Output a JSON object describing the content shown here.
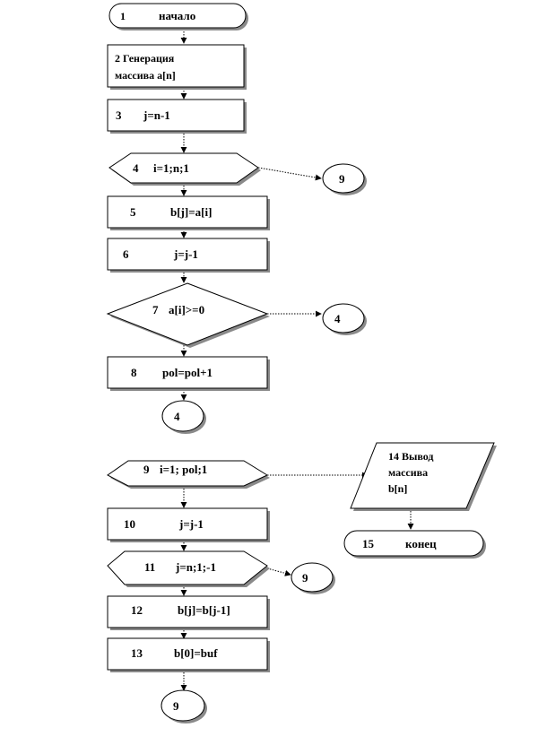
{
  "diagram": {
    "nodes": {
      "n1": {
        "num": "1",
        "text": "начало"
      },
      "n2": {
        "line1": "2 Генерация",
        "line2": "массива a[n]"
      },
      "n3": {
        "num": "3",
        "text": "j=n-1"
      },
      "n4": {
        "num": "4",
        "text": "i=1;n;1"
      },
      "c9a": {
        "text": "9"
      },
      "n5": {
        "num": "5",
        "text": "b[j]=a[i]"
      },
      "n6": {
        "num": "6",
        "text": "j=j-1"
      },
      "n7": {
        "num": "7",
        "text": "a[i]>=0"
      },
      "c4a": {
        "text": "4"
      },
      "n8": {
        "num": "8",
        "text": "pol=pol+1"
      },
      "c4b": {
        "text": "4"
      },
      "n9": {
        "num": "9",
        "text": "i=1; pol;1"
      },
      "n14": {
        "line1": "14   Вывод",
        "line2": "массива",
        "line3": "b[n]"
      },
      "n15": {
        "num": "15",
        "text": "конец"
      },
      "n10": {
        "num": "10",
        "text": "j=j-1"
      },
      "n11": {
        "num": "11",
        "text": "j=n;1;-1"
      },
      "c9b": {
        "text": "9"
      },
      "n12": {
        "num": "12",
        "text": "b[j]=b[j-1]"
      },
      "n13": {
        "num": "13",
        "text": "b[0]=buf"
      },
      "c9c": {
        "text": "9"
      }
    }
  }
}
